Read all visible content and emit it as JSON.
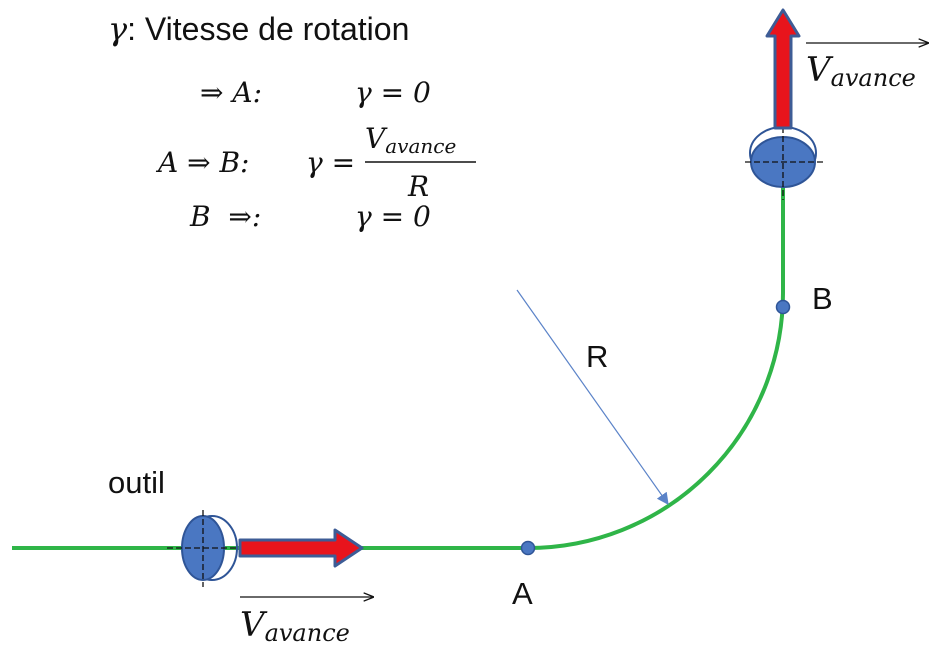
{
  "legend": {
    "gamma_symbol": "γ",
    "title": ": Vitesse de rotation",
    "rows": [
      {
        "lhs": "⇒ A:",
        "eq": "γ = 0"
      },
      {
        "lhs": "A ⇒ B:",
        "eq_left": "γ =",
        "numerator": "V",
        "numerator_sub": "avance",
        "denominator": "R"
      },
      {
        "lhs": "B  ⇒:",
        "eq": "γ = 0"
      }
    ]
  },
  "labels": {
    "tool": "outil",
    "point_a": "A",
    "point_b": "B",
    "radius": "R",
    "velocity": "V",
    "velocity_sub": "avance"
  },
  "colors": {
    "path": "#2fb548",
    "arrow": "#e8141c",
    "arrow_outline": "#3d5c96",
    "tool_fill": "#4a77c2",
    "tool_outline": "#2f5597",
    "radius_line": "#5b83c8"
  }
}
